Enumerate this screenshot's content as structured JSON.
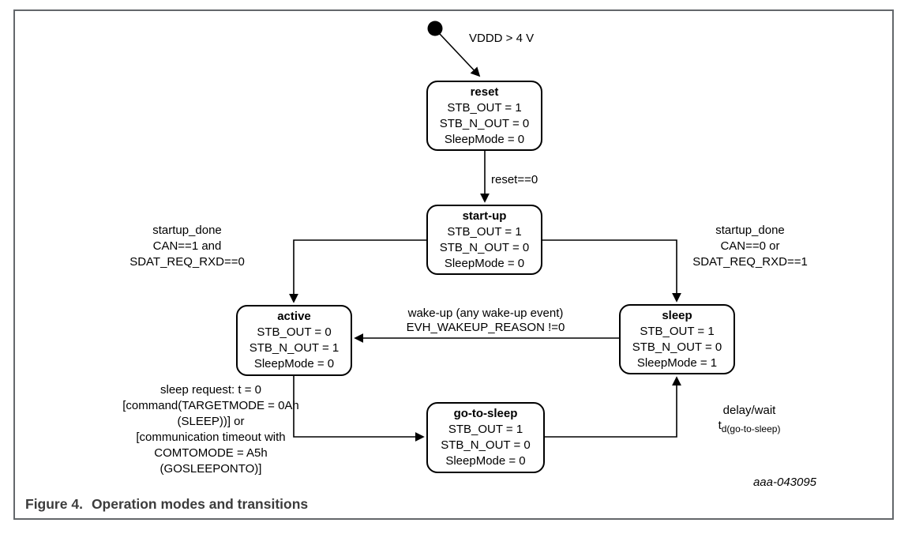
{
  "figure": {
    "caption_label": "Figure 4.",
    "caption_title": "Operation modes and transitions",
    "watermark": "aaa-043095"
  },
  "states": {
    "reset": {
      "title": "reset",
      "lines": [
        "STB_OUT = 1",
        "STB_N_OUT = 0",
        "SleepMode = 0"
      ]
    },
    "startup": {
      "title": "start-up",
      "lines": [
        "STB_OUT = 1",
        "STB_N_OUT = 0",
        "SleepMode = 0"
      ]
    },
    "active": {
      "title": "active",
      "lines": [
        "STB_OUT = 0",
        "STB_N_OUT = 1",
        "SleepMode = 0"
      ]
    },
    "sleep": {
      "title": "sleep",
      "lines": [
        "STB_OUT = 1",
        "STB_N_OUT = 0",
        "SleepMode = 1"
      ]
    },
    "gotosleep": {
      "title": "go-to-sleep",
      "lines": [
        "STB_OUT = 1",
        "STB_N_OUT = 0",
        "SleepMode = 0"
      ]
    }
  },
  "transitions": {
    "power_on": "VDDD > 4 V",
    "reset_done": "reset==0",
    "startup_to_active": [
      "startup_done",
      "CAN==1 and",
      "SDAT_REQ_RXD==0"
    ],
    "startup_to_sleep": [
      "startup_done",
      "CAN==0 or",
      "SDAT_REQ_RXD==1"
    ],
    "wake_up": [
      "wake-up (any wake-up event)",
      "EVH_WAKEUP_REASON !=0"
    ],
    "sleep_request": [
      "sleep request: t = 0",
      "[command(TARGETMODE = 0Ah",
      "(SLEEP))] or",
      "[communication timeout with",
      "COMTOMODE = A5h",
      "(GOSLEEPONTO)]"
    ],
    "delay_line1": "delay/wait",
    "delay_t": "t",
    "delay_t_sub": "d(go-to-sleep)"
  },
  "colors": {
    "diagram_line": "#000000",
    "caption_text": "#3c3c3c",
    "figure_border": "#63676b"
  }
}
